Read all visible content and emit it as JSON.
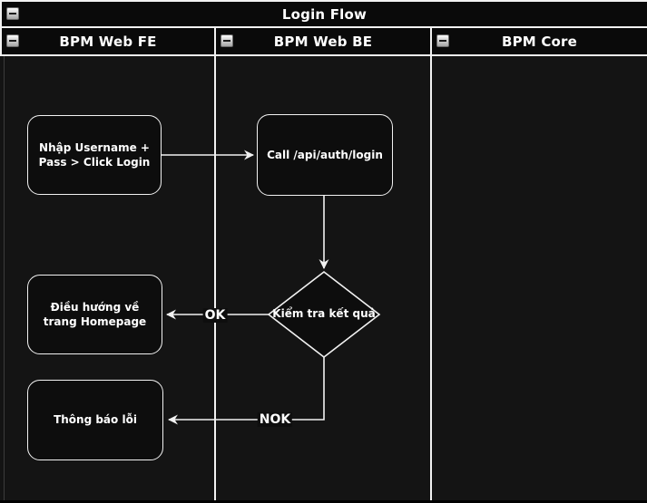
{
  "pool": {
    "title": "Login Flow"
  },
  "lanes": [
    {
      "label": "BPM Web FE"
    },
    {
      "label": "BPM Web BE"
    },
    {
      "label": "BPM Core"
    }
  ],
  "nodes": {
    "enter_credentials": "Nhập Username + Pass > Click Login",
    "call_login_api": "Call /api/auth/login",
    "check_result": "Kiểm tra kết quả",
    "redirect_homepage": "Điều hướng về trang Homepage",
    "error_notification": "Thông báo lỗi"
  },
  "edge_labels": {
    "ok": "OK",
    "nok": "NOK"
  },
  "icons": {
    "collapse": "minus-icon"
  },
  "colors": {
    "background": "#141414",
    "bar_fill": "#0a0a0a",
    "node_fill": "#0d0d0d",
    "stroke": "#f2f2f2",
    "text": "#ffffff"
  }
}
